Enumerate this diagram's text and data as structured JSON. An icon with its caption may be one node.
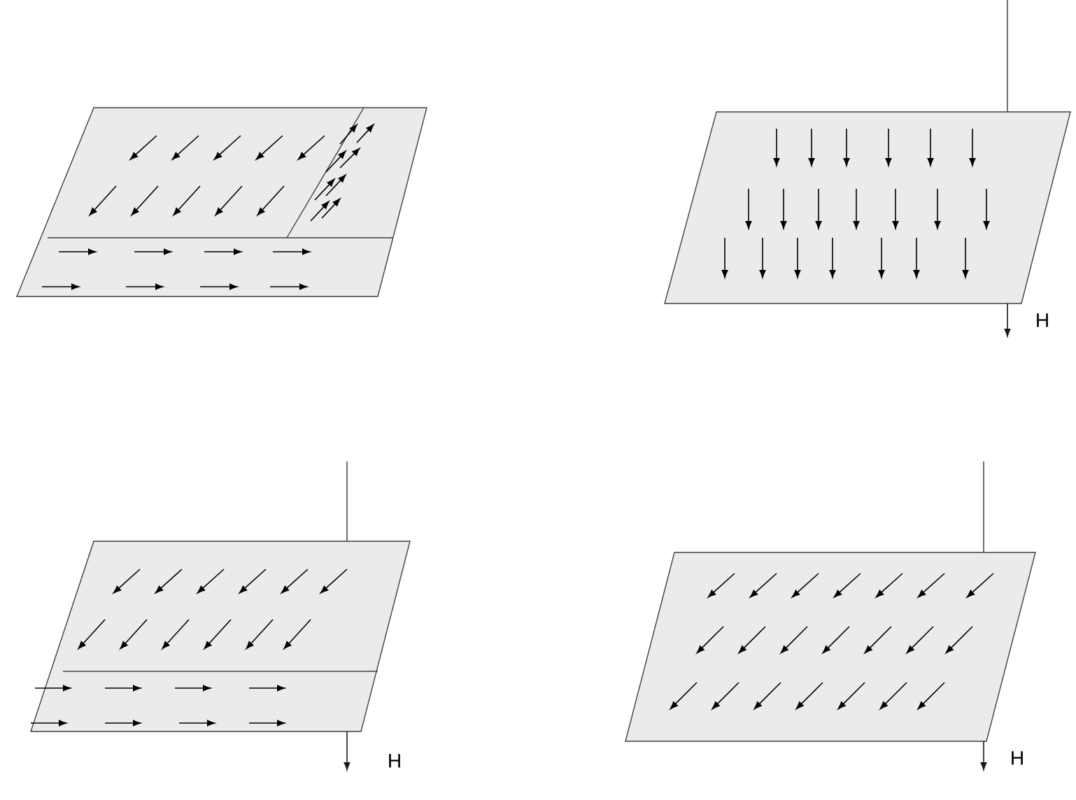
{
  "diagram": {
    "labels": [
      "H",
      "H",
      "H"
    ]
  }
}
